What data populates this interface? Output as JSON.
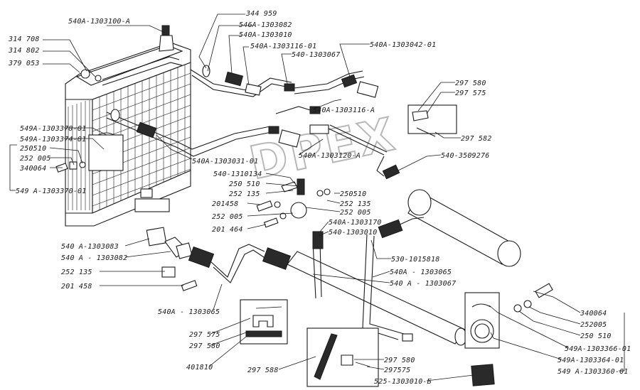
{
  "watermark": "DPEX",
  "callouts": [
    {
      "id": "c1",
      "text": "540А-1303100-А"
    },
    {
      "id": "c2",
      "text": "344 959"
    },
    {
      "id": "c3",
      "text": "546А-1303082"
    },
    {
      "id": "c4",
      "text": "540А-1303010"
    },
    {
      "id": "c5",
      "text": "540А-1303116-01"
    },
    {
      "id": "c6",
      "text": "540-1303067"
    },
    {
      "id": "c7",
      "text": "540А-1303042-01"
    },
    {
      "id": "c8",
      "text": "314 708"
    },
    {
      "id": "c9",
      "text": "314 802"
    },
    {
      "id": "c10",
      "text": "379 053"
    },
    {
      "id": "c11",
      "text": "297 580"
    },
    {
      "id": "c12",
      "text": "297 575"
    },
    {
      "id": "c13",
      "text": "540А-1303116-А"
    },
    {
      "id": "c14",
      "text": "297 582"
    },
    {
      "id": "c15",
      "text": "549А-1303378-01"
    },
    {
      "id": "c16",
      "text": "549А-1303374-01"
    },
    {
      "id": "c17",
      "text": "250510"
    },
    {
      "id": "c18",
      "text": "252 005"
    },
    {
      "id": "c19",
      "text": "340064"
    },
    {
      "id": "c20",
      "text": "549 А-1303370-01"
    },
    {
      "id": "c21",
      "text": "540А-1303031-01"
    },
    {
      "id": "c22",
      "text": "540А-1303120-А"
    },
    {
      "id": "c23",
      "text": "540-3509276"
    },
    {
      "id": "c24",
      "text": "540-1310134"
    },
    {
      "id": "c25",
      "text": "250 510"
    },
    {
      "id": "c26",
      "text": "252 135"
    },
    {
      "id": "c27",
      "text": "250510"
    },
    {
      "id": "c28",
      "text": "201458"
    },
    {
      "id": "c29",
      "text": "252 135"
    },
    {
      "id": "c30",
      "text": "252 005"
    },
    {
      "id": "c31",
      "text": "252 005"
    },
    {
      "id": "c32",
      "text": "201 464"
    },
    {
      "id": "c33",
      "text": "540А-1303170"
    },
    {
      "id": "c34",
      "text": "540-1303010"
    },
    {
      "id": "c35",
      "text": "540 А-1303083"
    },
    {
      "id": "c36",
      "text": "540 А - 1303082"
    },
    {
      "id": "c37",
      "text": "252 135"
    },
    {
      "id": "c38",
      "text": "201 458"
    },
    {
      "id": "c39",
      "text": "530-1015818"
    },
    {
      "id": "c40",
      "text": "540А - 1303065"
    },
    {
      "id": "c41",
      "text": "540 А - 1303067"
    },
    {
      "id": "c42",
      "text": "540А - 1303065"
    },
    {
      "id": "c43",
      "text": "340064"
    },
    {
      "id": "c44",
      "text": "252005"
    },
    {
      "id": "c45",
      "text": "250 510"
    },
    {
      "id": "c46",
      "text": "297 575"
    },
    {
      "id": "c47",
      "text": "297 580"
    },
    {
      "id": "c48",
      "text": "549А-1303366-01"
    },
    {
      "id": "c49",
      "text": "549А-1303364-01"
    },
    {
      "id": "c50",
      "text": "549 А-1303360-01"
    },
    {
      "id": "c51",
      "text": "401810"
    },
    {
      "id": "c52",
      "text": "297 588"
    },
    {
      "id": "c53",
      "text": "297 580"
    },
    {
      "id": "c54",
      "text": "297575"
    },
    {
      "id": "c55",
      "text": "525-1303010-Б"
    }
  ]
}
